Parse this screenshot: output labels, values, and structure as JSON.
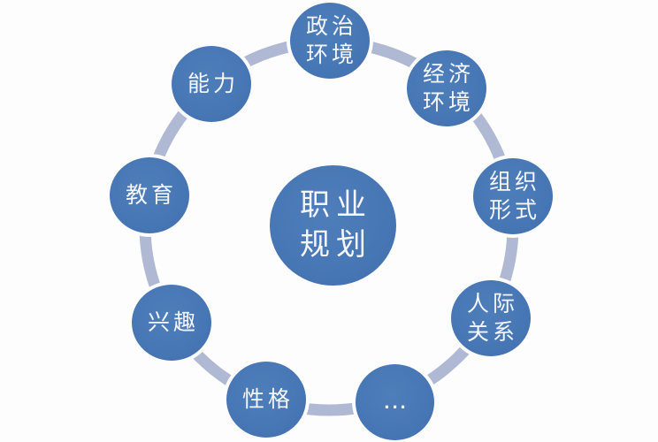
{
  "diagram": {
    "title_meaning": "Career planning influencing factors cycle",
    "center": {
      "label": "职业\n规划"
    },
    "nodes": [
      {
        "id": "political-environment",
        "label": "政治\n环境"
      },
      {
        "id": "economic-environment",
        "label": "经济\n环境"
      },
      {
        "id": "organization-form",
        "label": "组织\n形式"
      },
      {
        "id": "interpersonal-relations",
        "label": "人际\n关系"
      },
      {
        "id": "ellipsis",
        "label": "..."
      },
      {
        "id": "personality",
        "label": "性格"
      },
      {
        "id": "interest",
        "label": "兴趣"
      },
      {
        "id": "education",
        "label": "教育"
      },
      {
        "id": "ability",
        "label": "能力"
      }
    ],
    "colors": {
      "node_fill": "#4a79b6",
      "ring_stroke": "#b0b9d3",
      "text": "#f5f7fb",
      "background": "#fdfdfd"
    }
  }
}
